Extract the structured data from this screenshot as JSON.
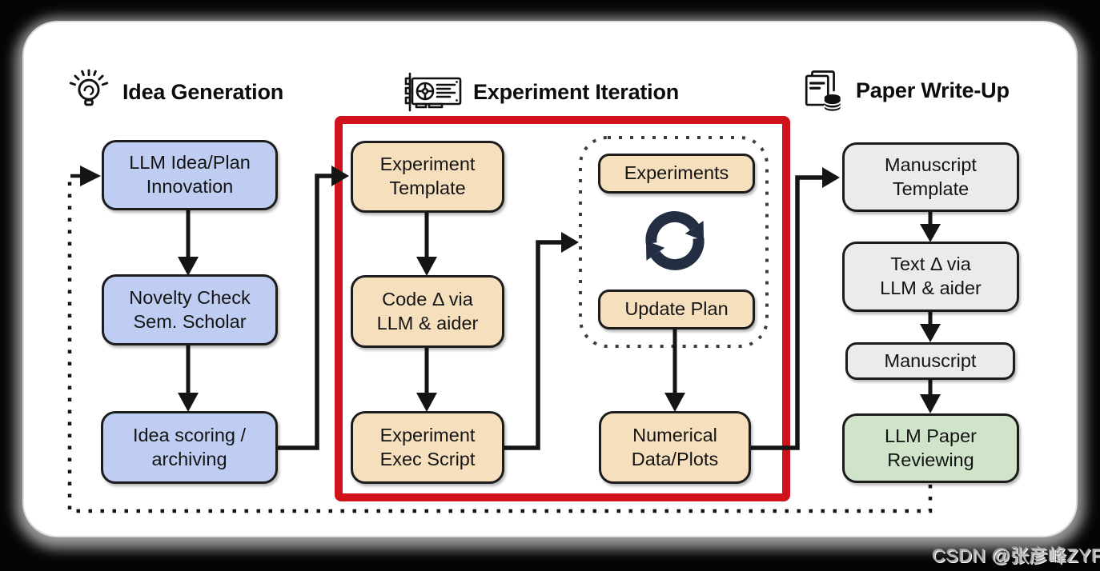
{
  "sections": {
    "idea_generation": {
      "title": "Idea Generation",
      "icon": "lightbulb"
    },
    "experiment_iteration": {
      "title": "Experiment Iteration",
      "icon": "gpu-card"
    },
    "paper_writeup": {
      "title": "Paper Write-Up",
      "icon": "paper-stack-database"
    }
  },
  "nodes": {
    "idea_innovation": "LLM Idea/Plan\nInnovation",
    "novelty_check": "Novelty Check\nSem. Scholar",
    "idea_scoring": "Idea scoring /\narchiving",
    "experiment_template": "Experiment\nTemplate",
    "code_delta": "Code Δ via\nLLM & aider",
    "exec_script": "Experiment\nExec Script",
    "experiments": "Experiments",
    "update_plan": "Update Plan",
    "numerical_data": "Numerical\nData/Plots",
    "manuscript_template": "Manuscript\nTemplate",
    "text_delta": "Text Δ via\nLLM & aider",
    "manuscript": "Manuscript",
    "paper_reviewing": "LLM Paper\nReviewing"
  },
  "watermark": "CSDN @张彦峰ZYF",
  "colors": {
    "idea_fill": "#becdf1",
    "experiment_fill": "#f6dfbc",
    "writeup_fill": "#ebebeb",
    "review_fill": "#cfe4c9",
    "highlight_red": "#d0121b",
    "cycle_navy": "#232e42",
    "node_border": "#1c1c1c"
  }
}
